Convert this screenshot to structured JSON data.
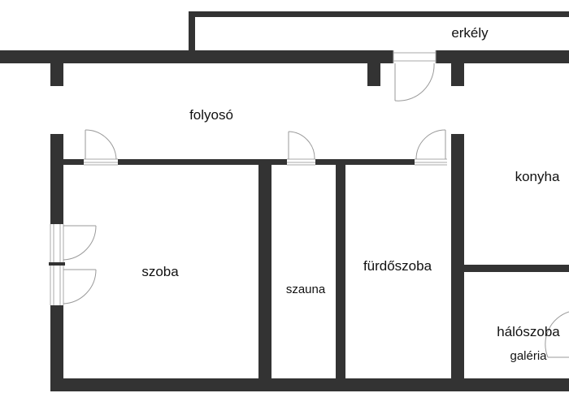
{
  "floorplan": {
    "rooms": {
      "balcony": "erkély",
      "corridor": "folyosó",
      "kitchen": "konyha",
      "room": "szoba",
      "sauna": "szauna",
      "bathroom": "fürdőszoba",
      "bedroom": "hálószoba",
      "gallery": "galéria"
    }
  },
  "colors": {
    "wall": "#333333",
    "background": "#ffffff",
    "door_line": "#9a9a9a",
    "text": "#111111"
  }
}
